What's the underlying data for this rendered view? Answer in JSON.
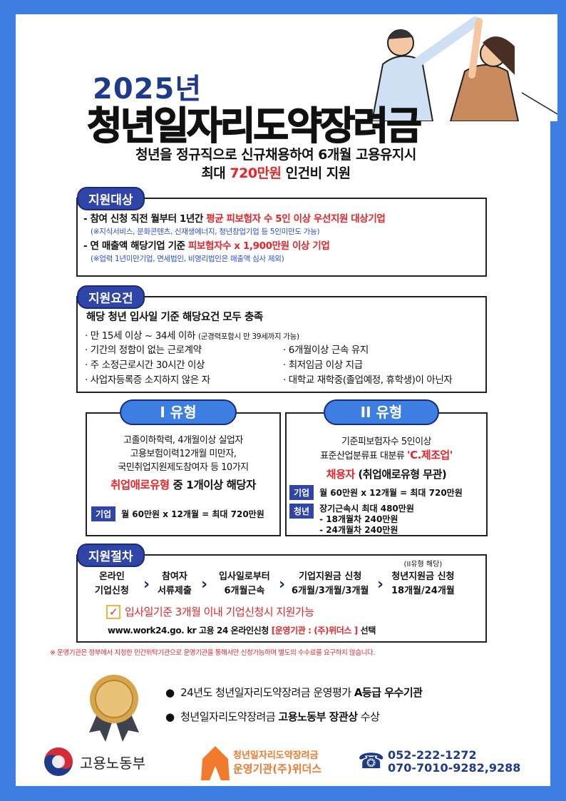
{
  "header": {
    "year": "2025년",
    "title": "청년일자리도약장려금",
    "subtitle_line1": "청년을 정규직으로 신규채용하여 6개월 고용유지시",
    "subtitle_line2_pre": "최대 ",
    "subtitle_line2_highlight": "720만원",
    "subtitle_line2_post": " 인건비 지원"
  },
  "target": {
    "label": "지원대상",
    "item1_pre": "- 참여 신청 직전 월부터 1년간 ",
    "item1_highlight": "평균 피보험자 수 5인 이상 우선지원 대상기업",
    "note1": "(※지식서비스, 문화콘텐츠,  신재생에너지, 청년창업기업 등 5인미만도 가능)",
    "item2_pre": "- 연 매출액 해당기업 기준 ",
    "item2_highlight": "피보험자수 x 1,900만원 이상 기업",
    "note2": "(※업력 1년미만기업, 면세법인, 비영리법인은 매출액 심사 제외)"
  },
  "requirements": {
    "label": "지원요건",
    "heading": "해당 청년 입사일 기준  해당요건 모두 충족",
    "age": "· 만 15세 이상 ~ 34세 이하",
    "age_note": "(군경력포함시 만 39세까지 가능)",
    "left": [
      "· 기간의 정함이 없는 근로계약",
      "· 주 소정근로시간 30시간 이상",
      "· 사업자등록증 소지하지 않은 자"
    ],
    "right": [
      "· 6개월이상 근속 유지",
      "· 최저임금 이상 지급",
      "· 대학교 재학중(졸업예정, 휴학생)이 아닌자"
    ]
  },
  "type1": {
    "label": "I 유형",
    "lines": [
      "고졸이하학력, 4개월이상 실업자",
      "고용보험이력12개월 미만자,",
      "국민취업지원제도참여자 등  10가지"
    ],
    "highlight": "취업애로유형",
    "highlight_post": " 중 1개이상 해당자",
    "tag": "기업",
    "amount": "월 60만원 x 12개월 = 최대 720만원"
  },
  "type2": {
    "label": "II 유형",
    "line1": "기준피보험자수 5인이상",
    "line2_pre": "표준산업분류표 대분류 ",
    "line2_highlight": "'C.제조업'",
    "line3_highlight": "채용자",
    "line3_post": " (취업애로유형 무관)",
    "tag_company": "기업",
    "amount_company": "월 60만원 x 12개월 = 최대 720만원",
    "tag_youth": "청년",
    "youth_lines": [
      "장기근속시 최대 480만원",
      "- 18개월차 240만원",
      "- 24개월차 240만원"
    ]
  },
  "procedure": {
    "label": "지원절차",
    "steps": [
      {
        "l1": "온라인",
        "l2": "기업신청"
      },
      {
        "l1": "참여자",
        "l2": "서류제출"
      },
      {
        "l1": "입사일로부터",
        "l2": "6개월근속"
      },
      {
        "l1": "기업지원금 신청",
        "l2": "6개월/3개월/3개월"
      },
      {
        "note": "(II유형 해당)",
        "l1": "청년지원금 신청",
        "l2": "18개월/24개월"
      }
    ],
    "notice": "입사일기준 3개월 이내 기업신청시 지원가능",
    "web_pre": "www.work24.go. kr 고용 24 온라인신청 ",
    "web_highlight": "[운영기관 : (주)위더스 ]",
    "web_post": " 선택"
  },
  "footnote": "※ 운영기관은  정부에서 지정한 민간위탁기관으로  운영기관을 통해서만  신청가능하며  별도의 수수료를 요구하지 않습니다.",
  "awards": {
    "item1_pre": "24년도 청년일자리도약장려금 운영평가 ",
    "item1_bold": "A등급 우수기관",
    "item2_pre": "청년일자리도약장려금 ",
    "item2_bold": "고용노동부 장관상",
    "item2_post": " 수상"
  },
  "footer": {
    "ministry": "고용노동부",
    "operator_line1": "청년일자리도약장려금",
    "operator_line2": "운영기관(주)위더스",
    "phone1": "052-222-1272",
    "phone2": "070-7010-9282,9288"
  },
  "colors": {
    "frame": "#3d7ee3",
    "navy": "#2f45a8",
    "red": "#e8242a",
    "orange": "#f07a2e"
  }
}
